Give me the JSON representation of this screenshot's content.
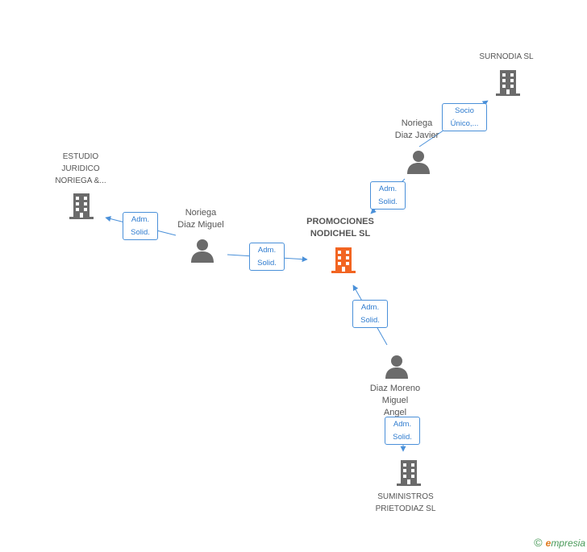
{
  "nodes": {
    "main": {
      "lines": [
        "PROMOCIONES",
        "NODICHEL SL"
      ]
    },
    "surnodia": {
      "lines": [
        "SURNODIA SL"
      ]
    },
    "estudio": {
      "lines": [
        "ESTUDIO",
        "JURIDICO",
        "NORIEGA &..."
      ]
    },
    "suministros": {
      "lines": [
        "SUMINISTROS",
        "PRIETODIAZ SL"
      ]
    },
    "noriega_javier": {
      "lines": [
        "Noriega",
        "Diaz Javier"
      ]
    },
    "noriega_miguel": {
      "lines": [
        "Noriega",
        "Diaz Miguel"
      ]
    },
    "diaz_moreno": {
      "lines": [
        "Diaz Moreno",
        "Miguel",
        "Angel"
      ]
    }
  },
  "edges": {
    "socio": {
      "lines": [
        "Socio",
        "Único,..."
      ]
    },
    "adm_javier": {
      "lines": [
        "Adm.",
        "Solid."
      ]
    },
    "adm_estudio": {
      "lines": [
        "Adm.",
        "Solid."
      ]
    },
    "adm_miguel": {
      "lines": [
        "Adm.",
        "Solid."
      ]
    },
    "adm_diaz_main": {
      "lines": [
        "Adm.",
        "Solid."
      ]
    },
    "adm_diaz_sum": {
      "lines": [
        "Adm.",
        "Solid."
      ]
    }
  },
  "colors": {
    "edge": "#4a90d9",
    "company": "#6b6b6b",
    "main_company": "#f26522",
    "person": "#6b6b6b"
  },
  "footer": {
    "copyright": "©",
    "brand_first": "e",
    "brand_rest": "mpresia"
  }
}
